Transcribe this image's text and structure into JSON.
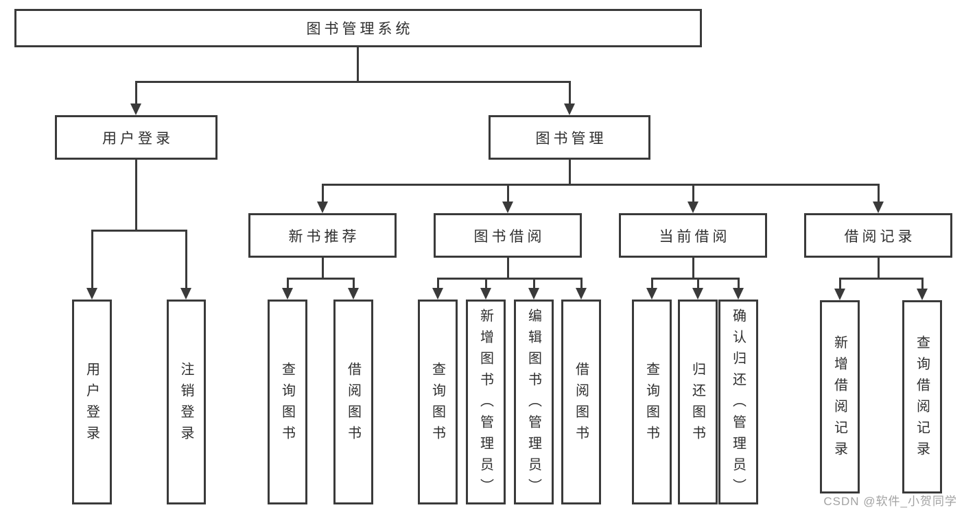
{
  "diagram_title": "图书管理系统",
  "tree": {
    "root": {
      "label": "图书管理系统"
    },
    "branches": [
      {
        "label": "用户登录",
        "children": [
          {
            "label": "用户登录"
          },
          {
            "label": "注销登录"
          }
        ]
      },
      {
        "label": "图书管理",
        "children": [
          {
            "label": "新书推荐",
            "children": [
              {
                "label": "查询图书"
              },
              {
                "label": "借阅图书"
              }
            ]
          },
          {
            "label": "图书借阅",
            "children": [
              {
                "label": "查询图书"
              },
              {
                "label": "新增图书（管理员）"
              },
              {
                "label": "编辑图书（管理员）"
              },
              {
                "label": "借阅图书"
              }
            ]
          },
          {
            "label": "当前借阅",
            "children": [
              {
                "label": "查询图书"
              },
              {
                "label": "归还图书"
              },
              {
                "label": "确认归还（管理员）"
              }
            ]
          },
          {
            "label": "借阅记录",
            "children": [
              {
                "label": "新增借阅记录"
              },
              {
                "label": "查询借阅记录"
              }
            ]
          }
        ]
      }
    ]
  },
  "watermark": "CSDN @软件_小贺同学",
  "colors": {
    "line": "#3a3a3a",
    "box_border": "#3a3a3a",
    "text": "#2f2f2f",
    "watermark": "#a2a2a2",
    "background": "#ffffff"
  }
}
